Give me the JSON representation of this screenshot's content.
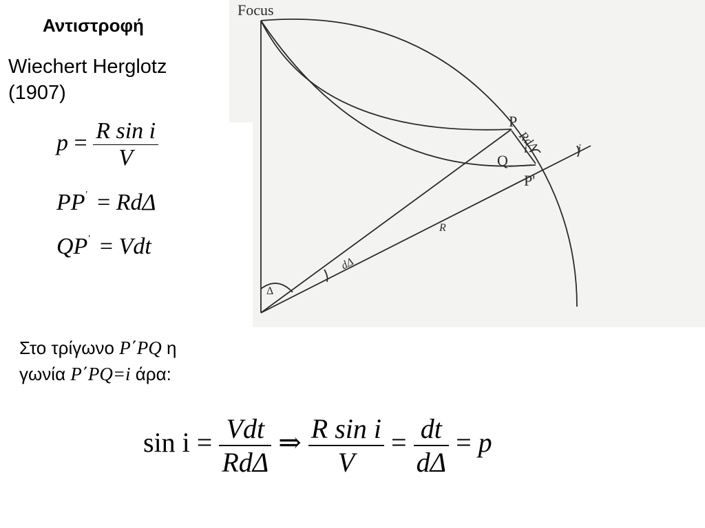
{
  "slide": {
    "title": "Αντιστροφή",
    "authors_line1": "Wiechert Herglotz",
    "authors_line2": "(1907)"
  },
  "equations": {
    "eq1": {
      "lhs": "p",
      "op": "=",
      "num": "R sin i",
      "den": "V"
    },
    "eq2": {
      "lhs": "PP",
      "prime": "'",
      "op": "=",
      "rhs": "RdΔ"
    },
    "eq3": {
      "lhs": "QP",
      "prime": "'",
      "op": "=",
      "rhs": "Vdt"
    },
    "final": {
      "lhs": "sin i",
      "op1": "=",
      "f1_num": "Vdt",
      "f1_den": "RdΔ",
      "implies": "⇒",
      "f2_num": "R sin i",
      "f2_den": "V",
      "op2": "=",
      "f3_num": "dt",
      "f3_den": "dΔ",
      "op3": "=",
      "rhs": "p"
    }
  },
  "text": {
    "line1_a": "Στο τρίγωνο ",
    "line1_math": "P΄PQ",
    "line1_b": " η",
    "line2_a": "γωνία ",
    "line2_math": "P΄PQ=i",
    "line2_b": " άρα:"
  },
  "figure": {
    "labels": {
      "focus": "Focus",
      "P": "P",
      "Q": "Q",
      "P_prime": "P'",
      "R_dDelta": "RdΔ",
      "i_left": "i",
      "i_right": "i",
      "R": "R",
      "dDelta": "dΔ",
      "Delta": "Δ"
    }
  }
}
